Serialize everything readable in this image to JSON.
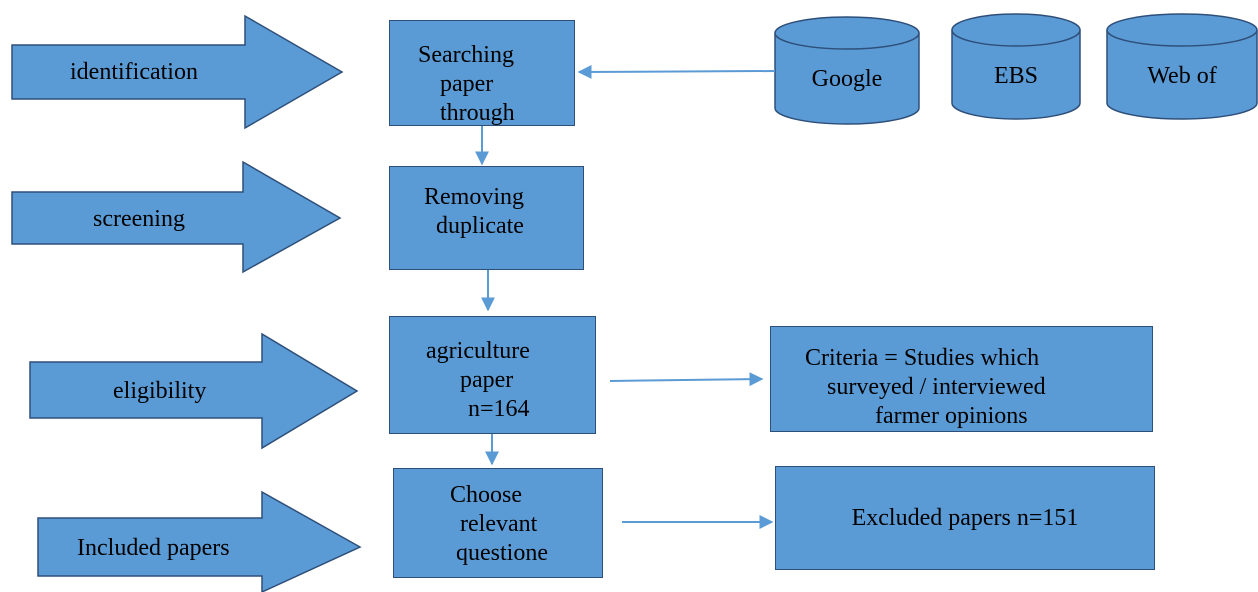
{
  "stages": {
    "identification": "identification",
    "screening": "screening",
    "eligibility": "eligibility",
    "included": "Included papers"
  },
  "boxes": {
    "searching": [
      "Searching",
      "paper",
      "through"
    ],
    "removing": [
      "Removing",
      "duplicate"
    ],
    "agriculture": [
      "agriculture",
      "paper",
      "n=164"
    ],
    "choose": [
      "Choose",
      "relevant",
      "questione"
    ],
    "criteria": [
      "Criteria = Studies which",
      "surveyed / interviewed",
      "farmer opinions"
    ],
    "excluded": "Excluded papers n=151"
  },
  "databases": {
    "google": "Google",
    "ebs": "EBS",
    "wos": "Web of"
  },
  "colors": {
    "fill": "#5B9BD5",
    "stroke": "#2E4F7A",
    "connector": "#5B9BD5"
  }
}
